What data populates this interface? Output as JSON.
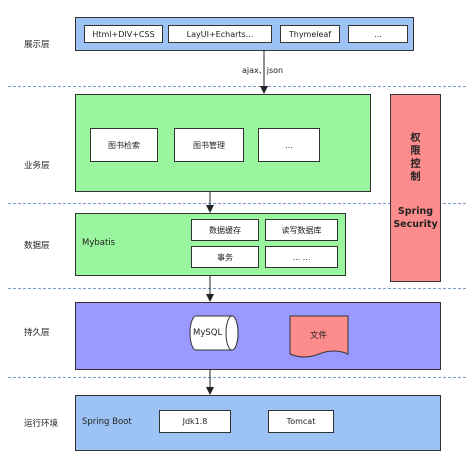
{
  "layers": {
    "presentation": "展示层",
    "business": "业务层",
    "data": "数据层",
    "persistence": "持久层",
    "runtime": "运行环境"
  },
  "presentation": {
    "boxes": [
      "Html+DIV+CSS",
      "LayUI+Echarts...",
      "Thymeleaf",
      "..."
    ],
    "arrow_label": "ajax、json"
  },
  "business": {
    "boxes": [
      "图书检索",
      "图书管理",
      "..."
    ]
  },
  "data": {
    "title": "Mybatis",
    "boxes": [
      "数据缓存",
      "读写数据库",
      "事务",
      "... ..."
    ]
  },
  "persistence": {
    "db_label": "MySQL",
    "doc_label": "文件"
  },
  "runtime": {
    "title": "Spring Boot",
    "boxes": [
      "Jdk1.8",
      "Tomcat"
    ]
  },
  "security": {
    "heading": "权\n限\n控\n制",
    "label": "Spring\nSecurity"
  },
  "colors": {
    "green_panel": "#99f59e",
    "purple_panel": "#9999ff",
    "blue_panel": "#9dc3f5",
    "security_panel": "#fd8c8c",
    "doc_fill": "#fd8c8c",
    "separator": "#7a9bc9"
  }
}
